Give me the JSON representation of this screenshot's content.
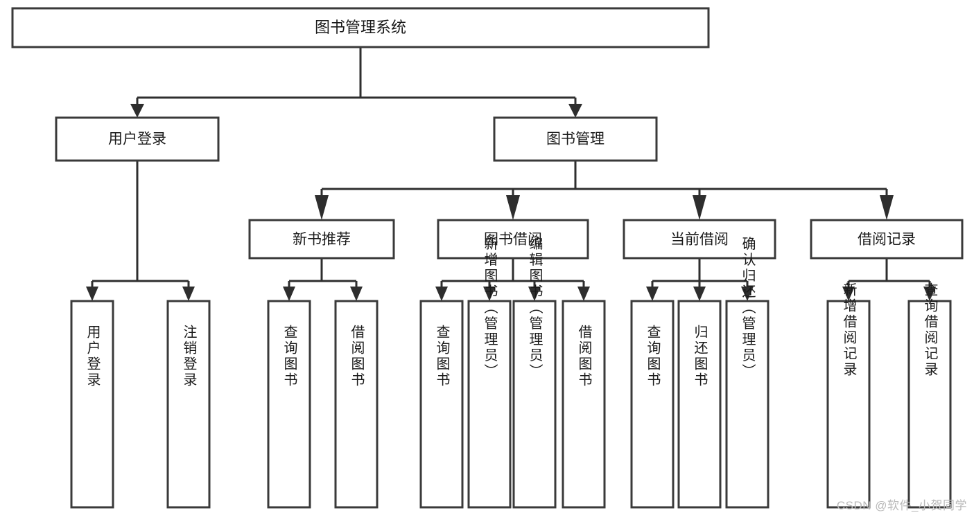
{
  "diagram": {
    "type": "tree",
    "title": "图书管理系统",
    "watermark": "CSDN @软件_小贺同学",
    "colors": {
      "box_fill": "#ffffff",
      "box_stroke": "#3a3a3a",
      "edge": "#2e2e2e",
      "text": "#1a1a1a",
      "watermark": "#b9b9b9",
      "background": "#ffffff"
    },
    "levels": {
      "root": {
        "label": "图书管理系统"
      },
      "level2": [
        {
          "label": "用户登录"
        },
        {
          "label": "图书管理"
        }
      ],
      "level3": [
        {
          "label": "新书推荐"
        },
        {
          "label": "图书借阅"
        },
        {
          "label": "当前借阅"
        },
        {
          "label": "借阅记录"
        }
      ],
      "leaves": {
        "user_login": [
          {
            "label": "用户登录"
          },
          {
            "label": "注销登录"
          }
        ],
        "new_book_recommend": [
          {
            "label": "查询图书"
          },
          {
            "label": "借阅图书"
          }
        ],
        "book_borrow": [
          {
            "label": "查询图书"
          },
          {
            "label": "新增图书（管理员）"
          },
          {
            "label": "编辑图书（管理员）"
          },
          {
            "label": "借阅图书"
          }
        ],
        "current_borrow": [
          {
            "label": "查询图书"
          },
          {
            "label": "归还图书"
          },
          {
            "label": "确认归还（管理员）"
          }
        ],
        "borrow_record": [
          {
            "label": "新增借阅记录"
          },
          {
            "label": "查询借阅记录"
          }
        ]
      }
    }
  }
}
